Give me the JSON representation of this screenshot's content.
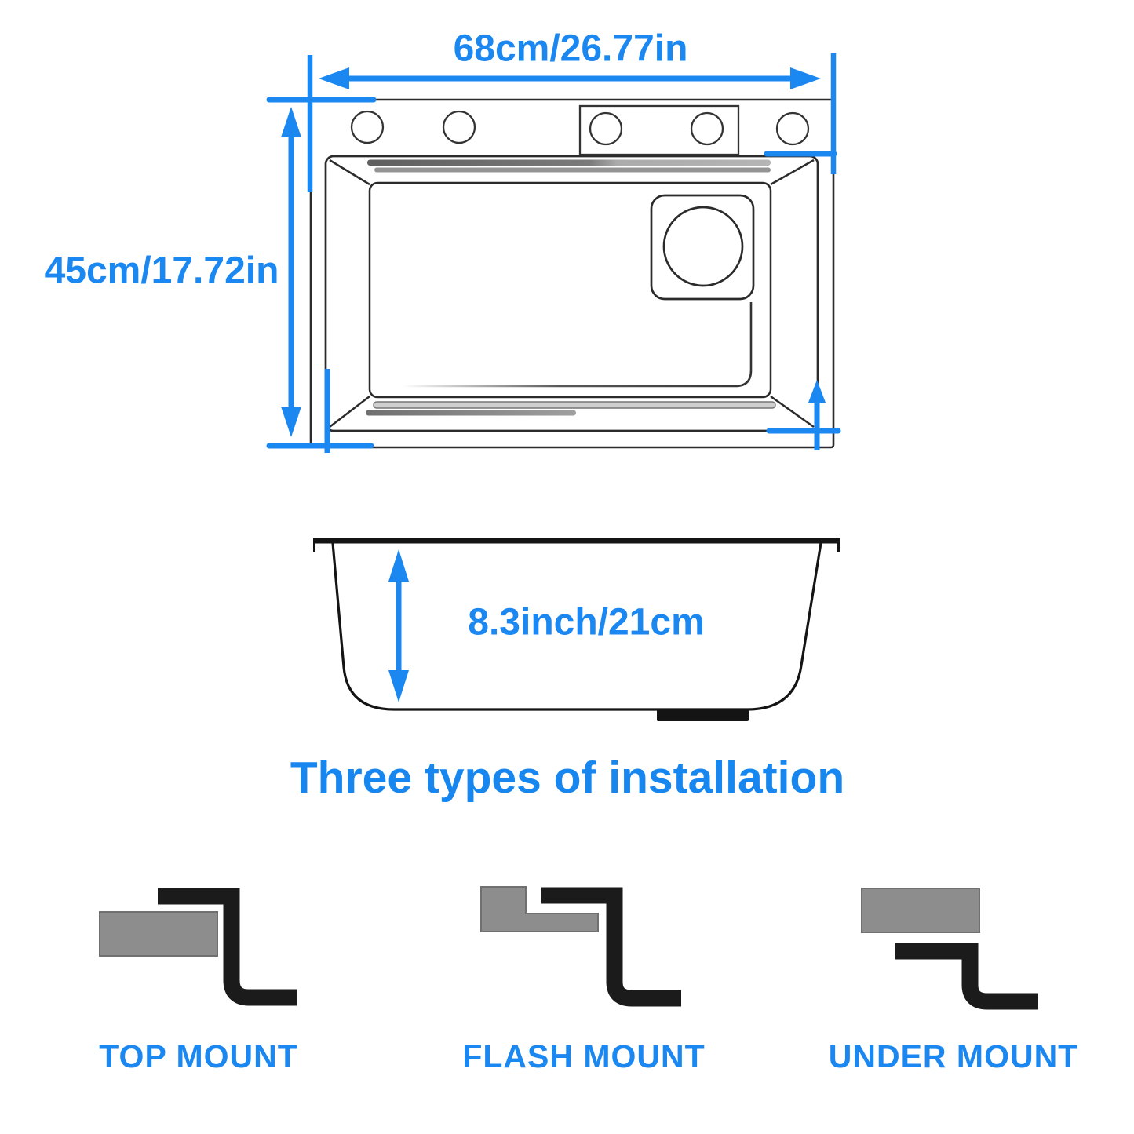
{
  "product": "kitchen sink dimension diagram",
  "top_view": {
    "width_label": "68cm/26.77in",
    "height_label": "45cm/17.72in",
    "faucet_holes": 5
  },
  "side_view": {
    "depth_label": "8.3inch/21cm"
  },
  "installation": {
    "title": "Three types of installation",
    "types": [
      {
        "label": "TOP MOUNT"
      },
      {
        "label": "FLASH MOUNT"
      },
      {
        "label": "UNDER MOUNT"
      }
    ]
  },
  "colors": {
    "accent": "#1b87f0",
    "outline": "#2b2b2b",
    "counter_gray": "#8d8d8d",
    "sink_black": "#1b1b1b",
    "groove_gray": "#8a8a8a"
  }
}
